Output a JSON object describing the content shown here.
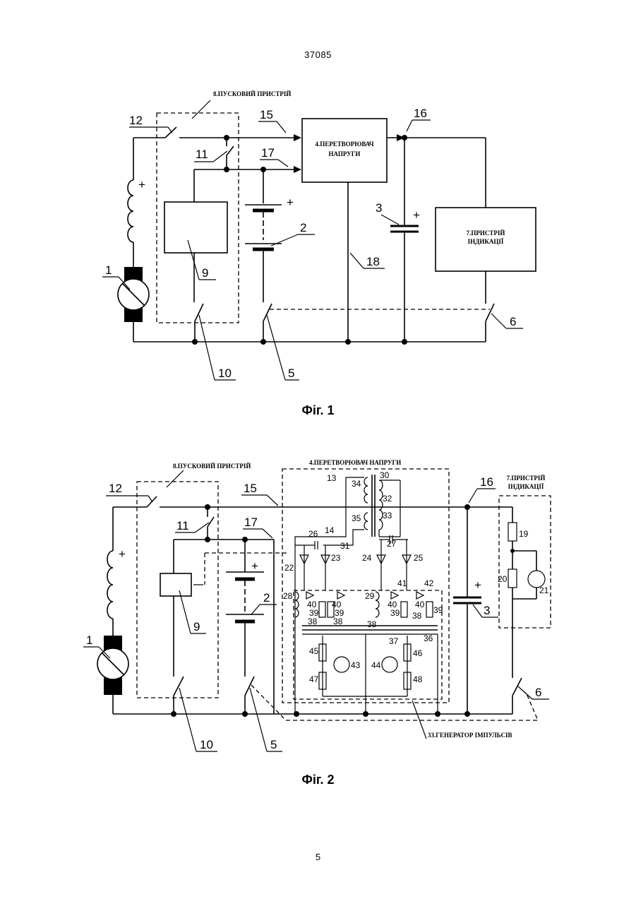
{
  "header": {
    "doc_number": "37085"
  },
  "footer": {
    "page_number": "5"
  },
  "fig1": {
    "caption": "Фіг. 1",
    "launcher": "8.ПУСКОВИЙ ПРИСТРІЙ",
    "converter_line1": "4.ПЕРЕТВОРЮВАЧ",
    "converter_line2": "НАПРУГИ",
    "indicator_line1": "7.ПРИСТРІЙ",
    "indicator_line2": "ІНДИКАЦІЇ",
    "refs": {
      "r1": "1",
      "r2": "2",
      "r3": "3",
      "r5": "5",
      "r6": "6",
      "r9": "9",
      "r10": "10",
      "r11": "11",
      "r12": "12",
      "r15": "15",
      "r16": "16",
      "r17": "17",
      "r18": "18"
    },
    "plus": "+"
  },
  "fig2": {
    "caption": "Фіг. 2",
    "launcher": "8.ПУСКОВИЙ ПРИСТРІЙ",
    "converter": "4.ПЕРЕТВОРЮВАЧ НАПРУГИ",
    "indicator_line1": "7.ПРИСТРІЙ",
    "indicator_line2": "ІНДИКАЦІЇ",
    "generator": "33.ГЕНЕРАТОР ІМПУЛЬСІВ",
    "refs": {
      "r1": "1",
      "r2": "2",
      "r3": "3",
      "r5": "5",
      "r6": "6",
      "r9": "9",
      "r10": "10",
      "r11": "11",
      "r12": "12",
      "r13": "13",
      "r14": "14",
      "r15": "15",
      "r16": "16",
      "r17": "17",
      "r19": "19",
      "r20": "20",
      "r21": "21",
      "r22": "22",
      "r23": "23",
      "r24": "24",
      "r25": "25",
      "r26": "26",
      "r27": "27",
      "r28": "28",
      "r29": "29",
      "r30": "30",
      "r31": "31",
      "r32": "32",
      "r33": "33",
      "r34": "34",
      "r35": "35",
      "r36": "36",
      "r37": "37",
      "r38": "38",
      "r39": "39",
      "r40": "40",
      "r41": "41",
      "r42": "42",
      "r43": "43",
      "r44": "44",
      "r45": "45",
      "r46": "46",
      "r47": "47",
      "r48": "48"
    },
    "plus": "+"
  }
}
